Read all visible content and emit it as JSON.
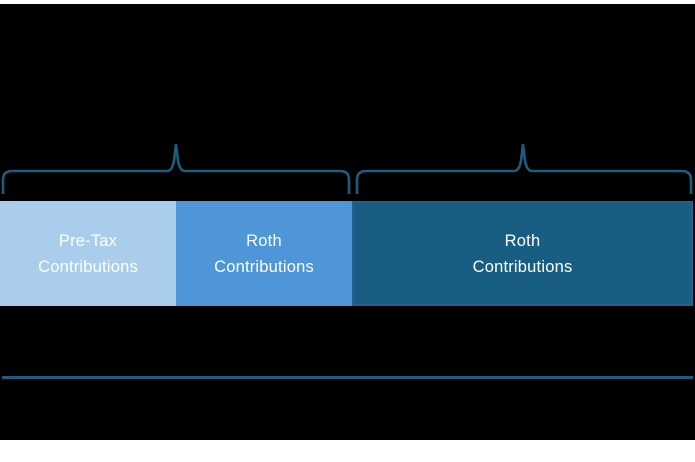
{
  "diagram": {
    "description": "Contribution types diagram with two grouping braces over three colored segments",
    "page_background": "#ffffff",
    "panel_background": "#000000",
    "brace_color": "#1d5c7e",
    "divider_color": "#1e5c7d",
    "segments": [
      {
        "label_line1": "Pre-Tax",
        "label_line2": "Contributions",
        "fill": "#a9cdea",
        "text_color": "#ffffff",
        "width_pct": 25.3
      },
      {
        "label_line1": "Roth",
        "label_line2": "Contributions",
        "fill": "#4f96d8",
        "text_color": "#ffffff",
        "width_pct": 25.3
      },
      {
        "label_line1": "Roth",
        "label_line2": "Contributions",
        "fill": "#175e82",
        "border_color": "#2b5e90",
        "text_color": "#ffffff",
        "width_pct": 49.4
      }
    ]
  }
}
